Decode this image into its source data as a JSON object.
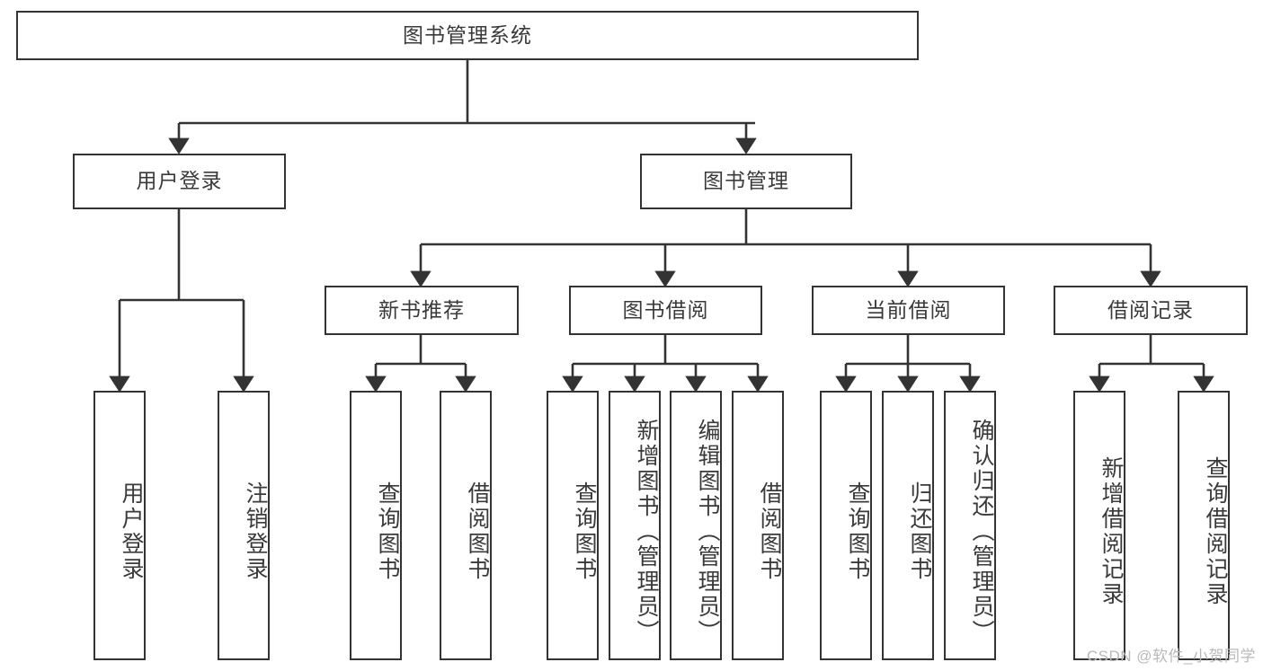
{
  "diagram": {
    "title": "图书管理系统",
    "type": "tree-hierarchy",
    "root": {
      "label": "图书管理系统"
    },
    "level2": [
      {
        "label": "用户登录"
      },
      {
        "label": "图书管理"
      }
    ],
    "level3": [
      {
        "label": "新书推荐"
      },
      {
        "label": "图书借阅"
      },
      {
        "label": "当前借阅"
      },
      {
        "label": "借阅记录"
      }
    ],
    "leaves": {
      "user_login": [
        {
          "label": "用户登录"
        },
        {
          "label": "注销登录"
        }
      ],
      "new_book_recommend": [
        {
          "label": "查询图书"
        },
        {
          "label": "借阅图书"
        }
      ],
      "book_borrow": [
        {
          "label": "查询图书"
        },
        {
          "label": "新增图书（管理员）"
        },
        {
          "label": "编辑图书（管理员）"
        },
        {
          "label": "借阅图书"
        }
      ],
      "current_borrow": [
        {
          "label": "查询图书"
        },
        {
          "label": "归还图书"
        },
        {
          "label": "确认归还（管理员）"
        }
      ],
      "borrow_record": [
        {
          "label": "新增借阅记录"
        },
        {
          "label": "查询借阅记录"
        }
      ]
    }
  },
  "watermark": {
    "text": "CSDN @软件_小贺同学"
  },
  "colors": {
    "border": "#333333",
    "text": "#3a3a3a",
    "background": "#ffffff",
    "watermark": "#b9b9b9"
  }
}
